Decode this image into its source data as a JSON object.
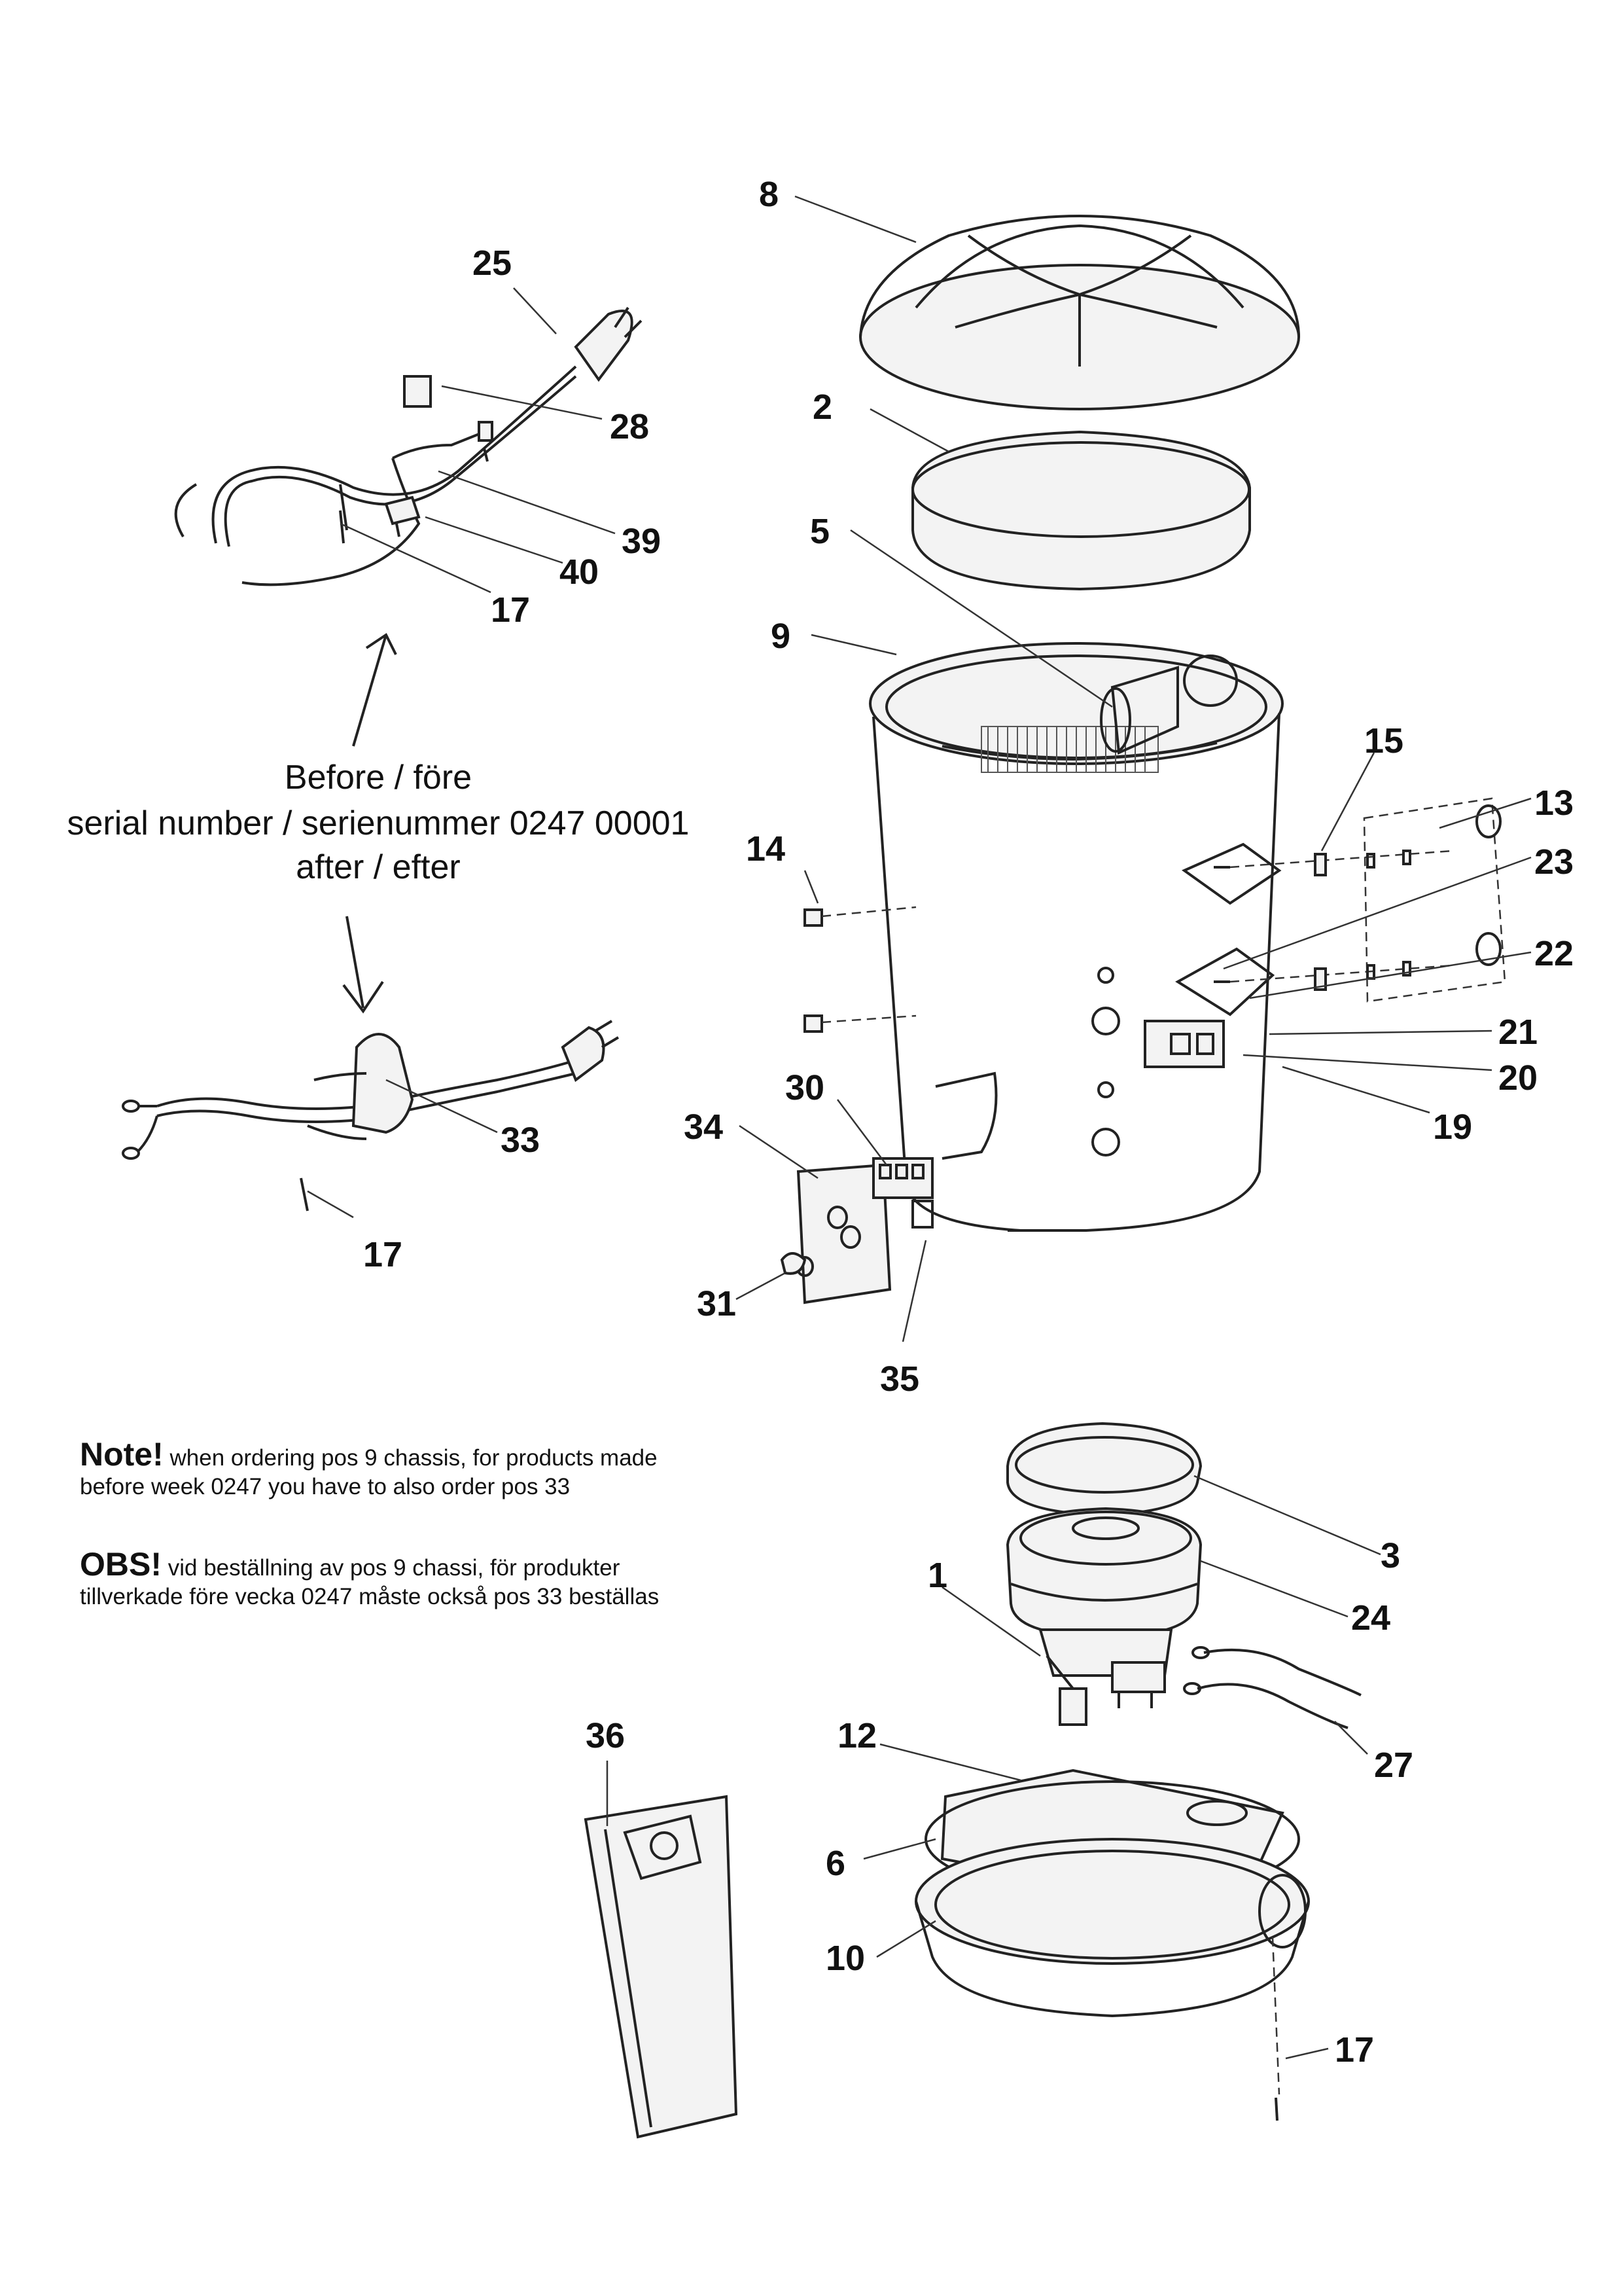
{
  "callouts": {
    "p8": "8",
    "p25": "25",
    "p28": "28",
    "p2": "2",
    "p39": "39",
    "p5": "5",
    "p40": "40",
    "p17a": "17",
    "p9": "9",
    "p15": "15",
    "p13": "13",
    "p14": "14",
    "p23": "23",
    "p22": "22",
    "p21": "21",
    "p20": "20",
    "p19": "19",
    "p30": "30",
    "p34": "34",
    "p33": "33",
    "p17b": "17",
    "p31": "31",
    "p35": "35",
    "p3": "3",
    "p1": "1",
    "p24": "24",
    "p36": "36",
    "p12": "12",
    "p27": "27",
    "p6": "6",
    "p10": "10",
    "p17c": "17"
  },
  "caption": {
    "line1": "Before / före",
    "line2": "serial number / serienummer 0247 00001",
    "line3": "after / efter"
  },
  "notes": {
    "en_lead": "Note!",
    "en_line1": " when ordering pos 9 chassis, for products made",
    "en_line2": "before week  0247 you have to also order pos 33",
    "sv_lead": "OBS!",
    "sv_line1": " vid beställning av pos 9 chassi, för produkter",
    "sv_line2": "tillverkade före vecka 0247 måste också pos 33 beställas"
  }
}
